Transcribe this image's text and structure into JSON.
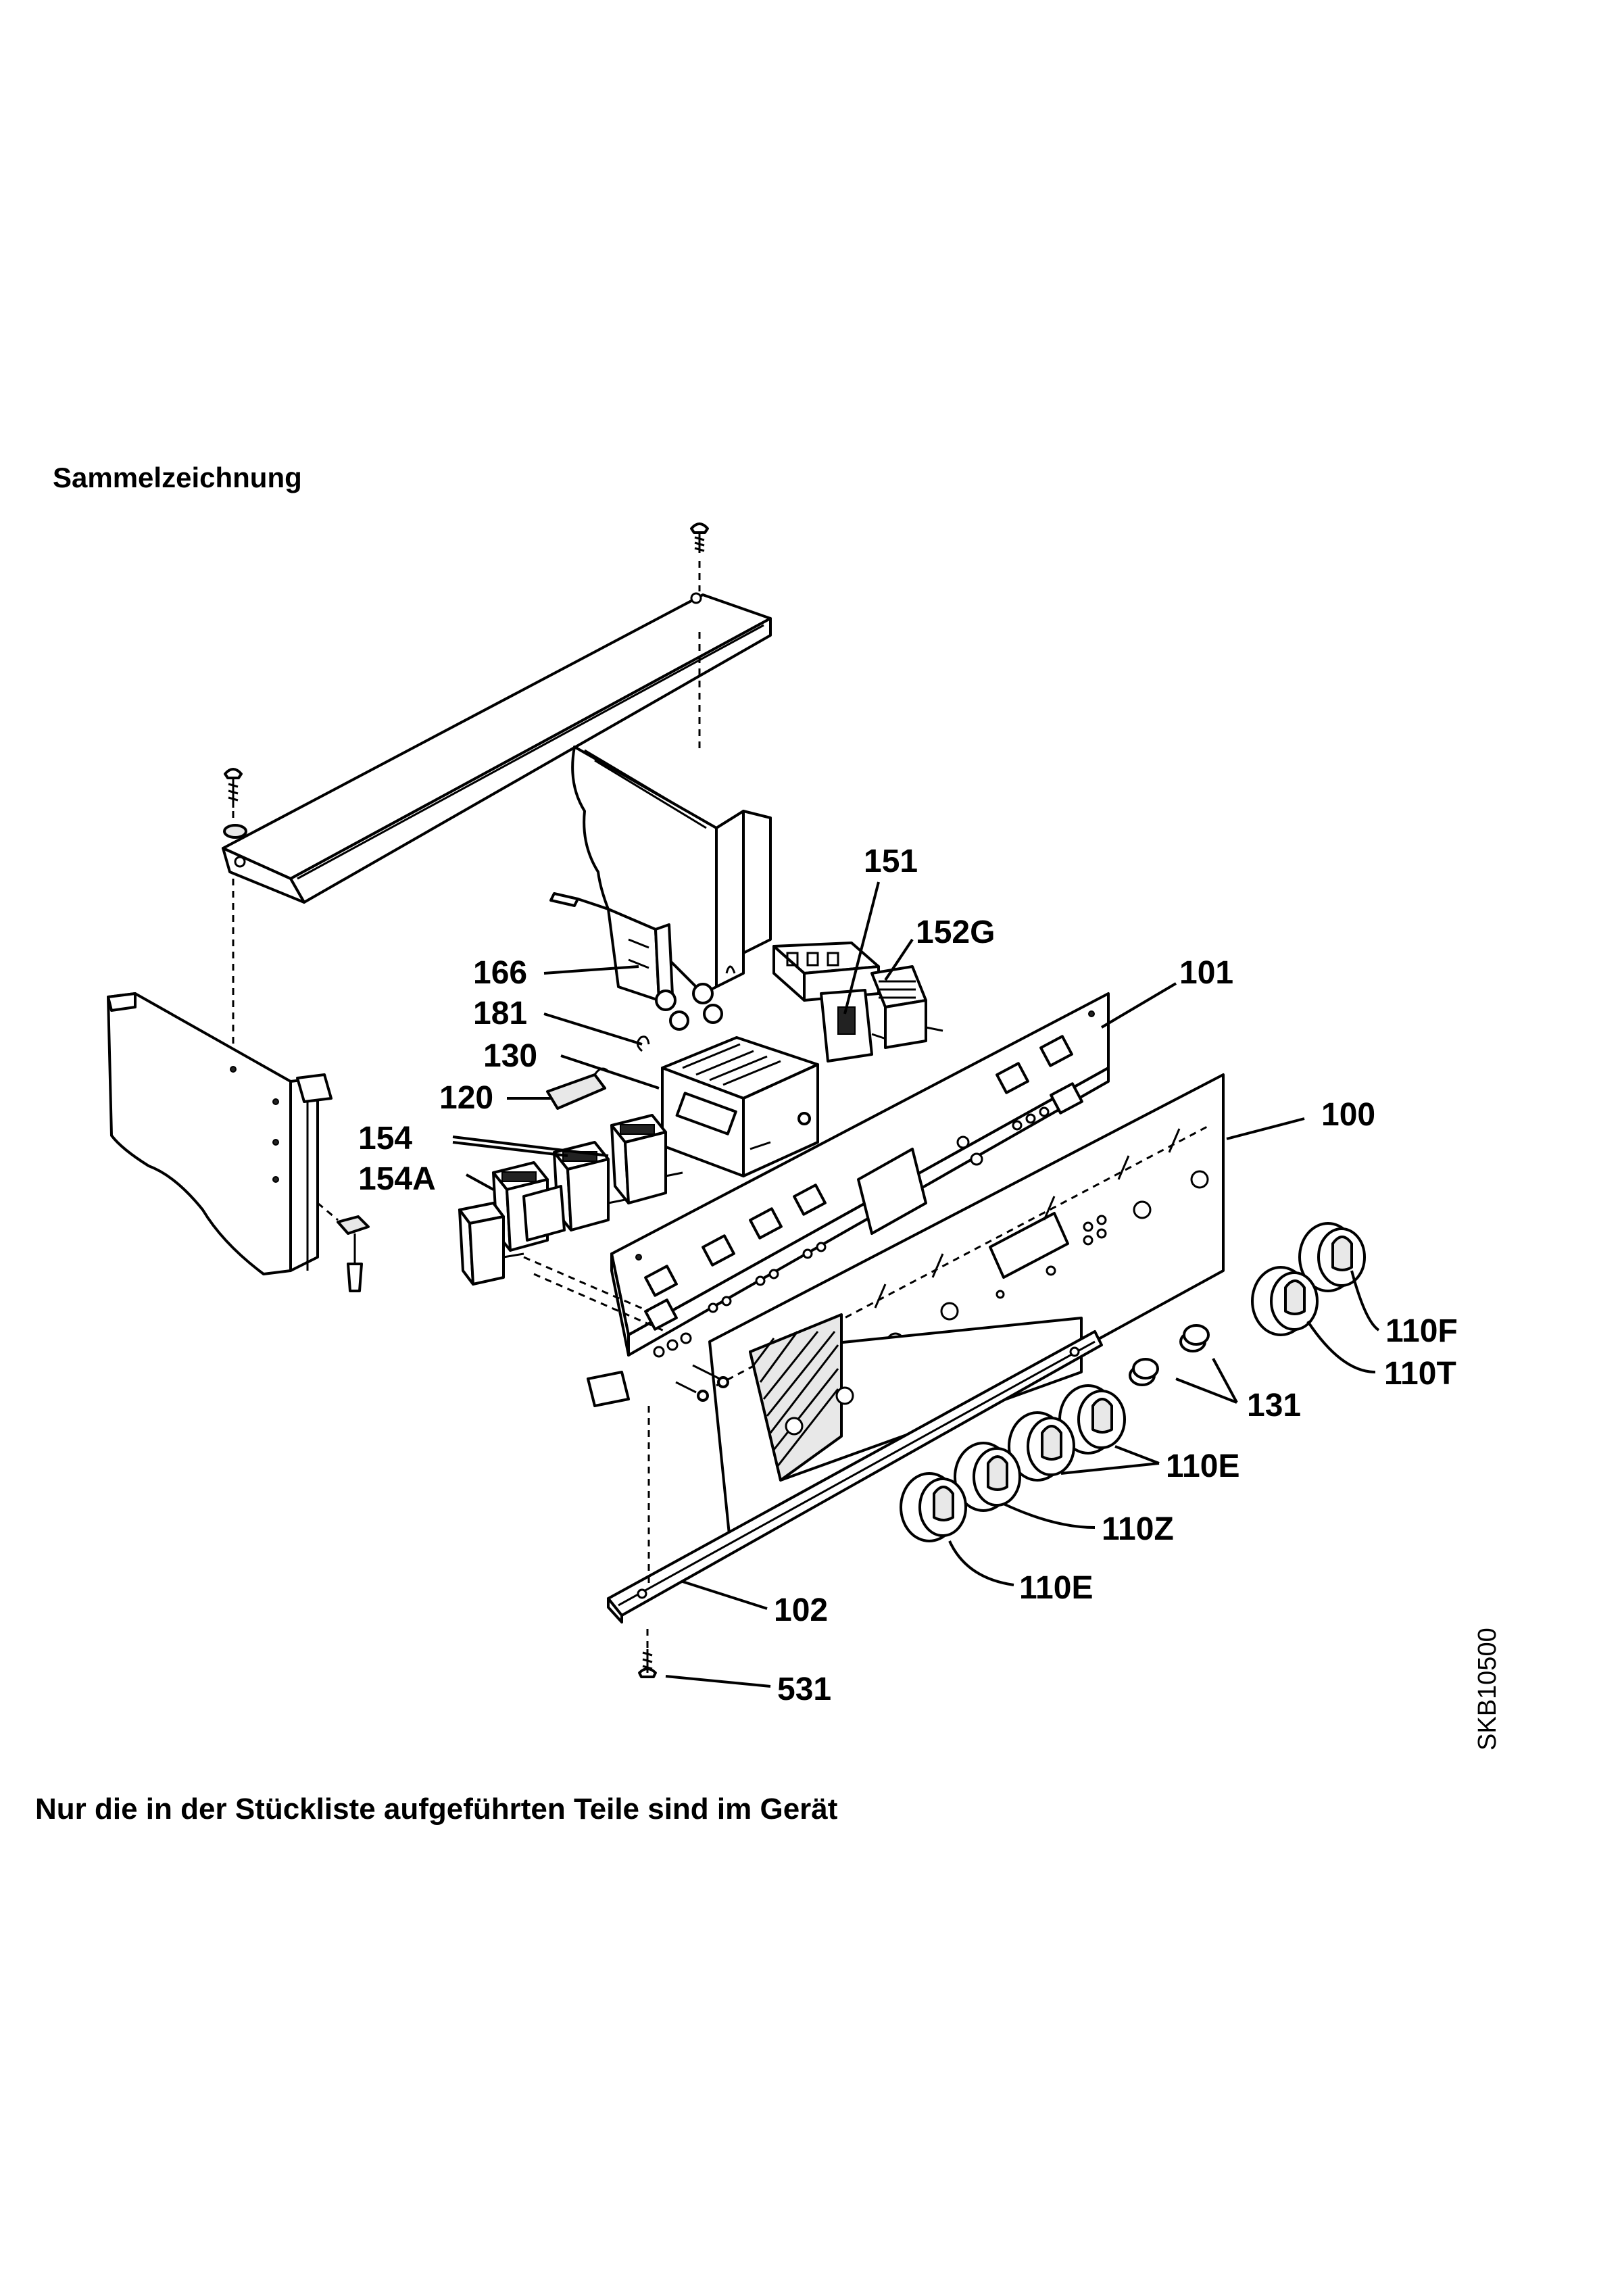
{
  "heading": "Sammelzeichnung",
  "footnote": "Nur die in der Stückliste aufgeführten Teile sind im Gerät",
  "drawing_code": "SKB10500",
  "callouts": {
    "c151": "151",
    "c152G": "152G",
    "c166": "166",
    "c101": "101",
    "c181": "181",
    "c130": "130",
    "c120": "120",
    "c100": "100",
    "c154": "154",
    "c154A": "154A",
    "c110F": "110F",
    "c110T": "110T",
    "c131": "131",
    "c110E_top": "110E",
    "c110Z": "110Z",
    "c110E_bottom": "110E",
    "c102": "102",
    "c531": "531"
  }
}
